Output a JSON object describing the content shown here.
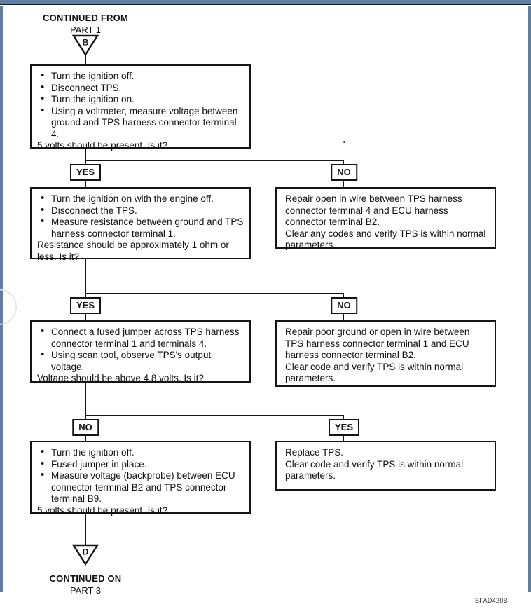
{
  "colors": {
    "chrome_bar": "#617e9f",
    "chrome_edge": "#17202b",
    "line": "#141414"
  },
  "header": {
    "continued_from": "CONTINUED FROM",
    "part": "PART 1",
    "connector": "B"
  },
  "footer": {
    "continued_on": "CONTINUED ON",
    "part": "PART 3",
    "connector": "D"
  },
  "figure_code": "BFAD420B",
  "flow": {
    "boxes": [
      {
        "id": "step-1",
        "bullets": [
          "Turn the ignition off.",
          "Disconnect TPS.",
          "Turn the ignition on.",
          "Using a voltmeter, measure voltage between ground and TPS harness connector terminal 4."
        ],
        "note": "5 volts should be present. Is it?"
      },
      {
        "id": "step-2",
        "bullets": [
          "Turn the ignition on with the engine off.",
          "Disconnect the TPS.",
          "Measure resistance between ground and TPS harness connector terminal 1."
        ],
        "note": "Resistance should be approximately 1 ohm or less. Is it?"
      },
      {
        "id": "repair-open-terminal4",
        "lines": [
          "Repair open in wire between TPS harness connector terminal 4 and ECU harness connector terminal B2.",
          "Clear any codes and verify TPS is within normal parameters."
        ]
      },
      {
        "id": "step-3",
        "bullets": [
          "Connect a fused jumper across TPS harness connector terminal 1 and terminals 4.",
          "Using scan tool, observe TPS's output voltage."
        ],
        "note": "Voltage should be above 4.8 volts. Is it?"
      },
      {
        "id": "repair-poor-ground",
        "lines": [
          "Repair poor ground or open in wire between TPS harness connector terminal 1 and ECU harness connector terminal B2.",
          "Clear code and verify TPS is within normal parameters."
        ]
      },
      {
        "id": "step-4",
        "bullets": [
          "Turn the ignition off.",
          "Fused jumper in place.",
          "Measure voltage (backprobe) between ECU connector terminal B2 and TPS connector terminal B9."
        ],
        "note": "5 volts should be present. Is it?"
      },
      {
        "id": "replace-tps",
        "lines": [
          "Replace TPS.",
          "Clear code and verify TPS is within normal parameters."
        ]
      }
    ],
    "branches": [
      {
        "left": "YES",
        "right": "NO"
      },
      {
        "left": "YES",
        "right": "NO"
      },
      {
        "left": "NO",
        "right": "YES"
      }
    ]
  }
}
